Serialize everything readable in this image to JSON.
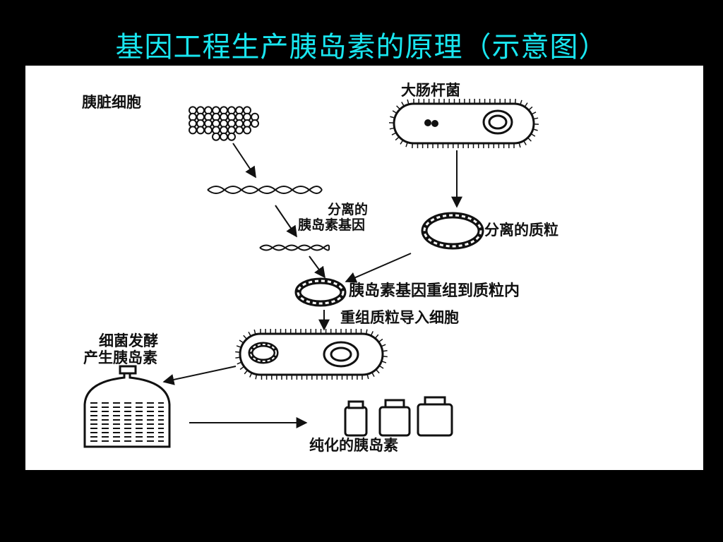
{
  "title": "基因工程生产胰岛素的原理（示意图）",
  "colors": {
    "title": "#19e6f0",
    "background": "#000000",
    "panel": "#ffffff",
    "ink": "#111111"
  },
  "labels": {
    "pancreas_cells": "胰脏细胞",
    "ecoli": "大肠杆菌",
    "isolated_gene_1": "分离的",
    "isolated_gene_2": "胰岛素基因",
    "isolated_plasmid": "分离的质粒",
    "recombine": "胰岛素基因重组到质粒内",
    "introduce": "重组质粒导入细胞",
    "fermentation_1": "细菌发酵",
    "fermentation_2": "产生胰岛素",
    "purified": "纯化的胰岛素"
  }
}
